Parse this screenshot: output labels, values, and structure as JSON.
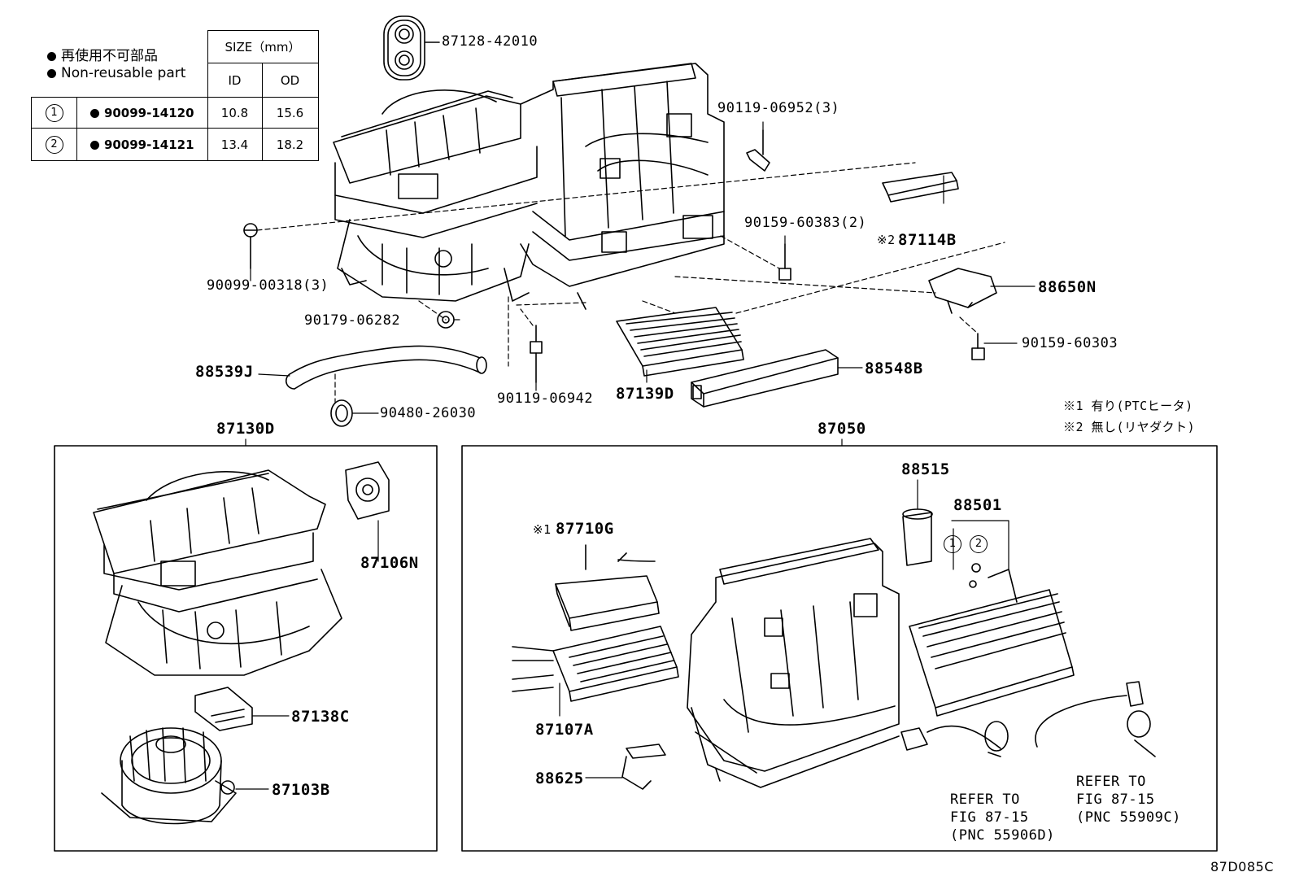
{
  "legend": {
    "jp_label": "再使用不可部品",
    "en_label": "Non-reusable part"
  },
  "size_table": {
    "header": "SIZE（mm）",
    "col_id": "ID",
    "col_od": "OD",
    "rows": [
      {
        "ref": "1",
        "part": "90099-14120",
        "id": "10.8",
        "od": "15.6"
      },
      {
        "ref": "2",
        "part": "90099-14121",
        "id": "13.4",
        "od": "18.2"
      }
    ]
  },
  "parts": {
    "p87128": "87128-42010",
    "p90119a": "90119-06952(3)",
    "p90159a": "90159-60383(2)",
    "p87114": "87114B",
    "p87114_mark": "※2",
    "p88650": "88650N",
    "p90159b": "90159-60303",
    "p90099": "90099-00318(3)",
    "p90179": "90179-06282",
    "p88539": "88539J",
    "p90480": "90480-26030",
    "p90119b": "90119-06942",
    "p87139": "87139D",
    "p88548": "88548B",
    "p87130": "87130D",
    "p87050": "87050",
    "p87106": "87106N",
    "p87138": "87138C",
    "p87103": "87103B",
    "p88515": "88515",
    "p88501": "88501",
    "p87710": "87710G",
    "p87710_mark": "※1",
    "p87107": "87107A",
    "p88625": "88625",
    "ref1": "1",
    "ref2": "2"
  },
  "notes": {
    "note1": "※1 有り(PTCヒータ)",
    "note2": "※2 無し(リヤダクト)"
  },
  "refs": {
    "left": {
      "l1": "REFER TO",
      "l2": "FIG 87-15",
      "l3": "(PNC 55906D)"
    },
    "right": {
      "l1": "REFER TO",
      "l2": "FIG 87-15",
      "l3": "(PNC 55909C)"
    }
  },
  "diagram_code": "87D085C"
}
